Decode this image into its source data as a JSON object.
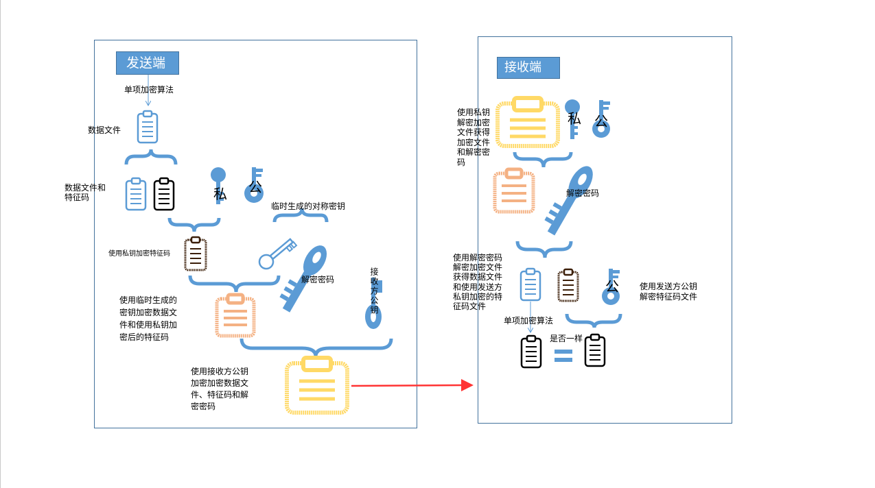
{
  "sender": {
    "title": "发送端",
    "one_way_hash": "单项加密算法",
    "data_file": "数据文件",
    "data_and_signature": "数据文件和\n特征码",
    "private_char": "私",
    "public_char": "公",
    "temp_symmetric_key": "临时生成的对称密钥",
    "encrypt_signature_with_private": "使用私钥加密特征码",
    "decrypt_password": "解密密码",
    "receiver_public_key": "接收方公钥",
    "encrypt_with_temp_key": "使用临时生成的\n密钥加密数据文\n件和使用私钥加\n密后的特征码",
    "encrypt_with_receiver_public": "使用接收方公钥\n加密加密数据文\n件、特征码和解\n密密码"
  },
  "receiver": {
    "title": "接收端",
    "decrypt_with_private": "使用私钥\n解密加密\n文件获得\n加密文件\n和解密密\n码",
    "private_char": "私",
    "public_char": "公",
    "decrypt_password": "解密密码",
    "decrypt_with_password": "使用解密密码\n解密加密文件\n获得数据文件\n和使用发送方\n私钥加密的特\n征码文件",
    "decrypt_with_sender_public": "使用发送方公钥\n解密特征码文件",
    "one_way_hash": "单项加密算法",
    "same_or_not": "是否一样"
  },
  "colors": {
    "blue": "#5b9bd5",
    "orange": "#f4b183",
    "yellow": "#ffd966",
    "dark_brown": "#3b1e08",
    "arrow_red": "#ff3333",
    "border": "#41719c"
  },
  "icons": [
    "clipboard-icon",
    "key-icon",
    "brace-icon",
    "equals-icon",
    "arrow-icon"
  ]
}
